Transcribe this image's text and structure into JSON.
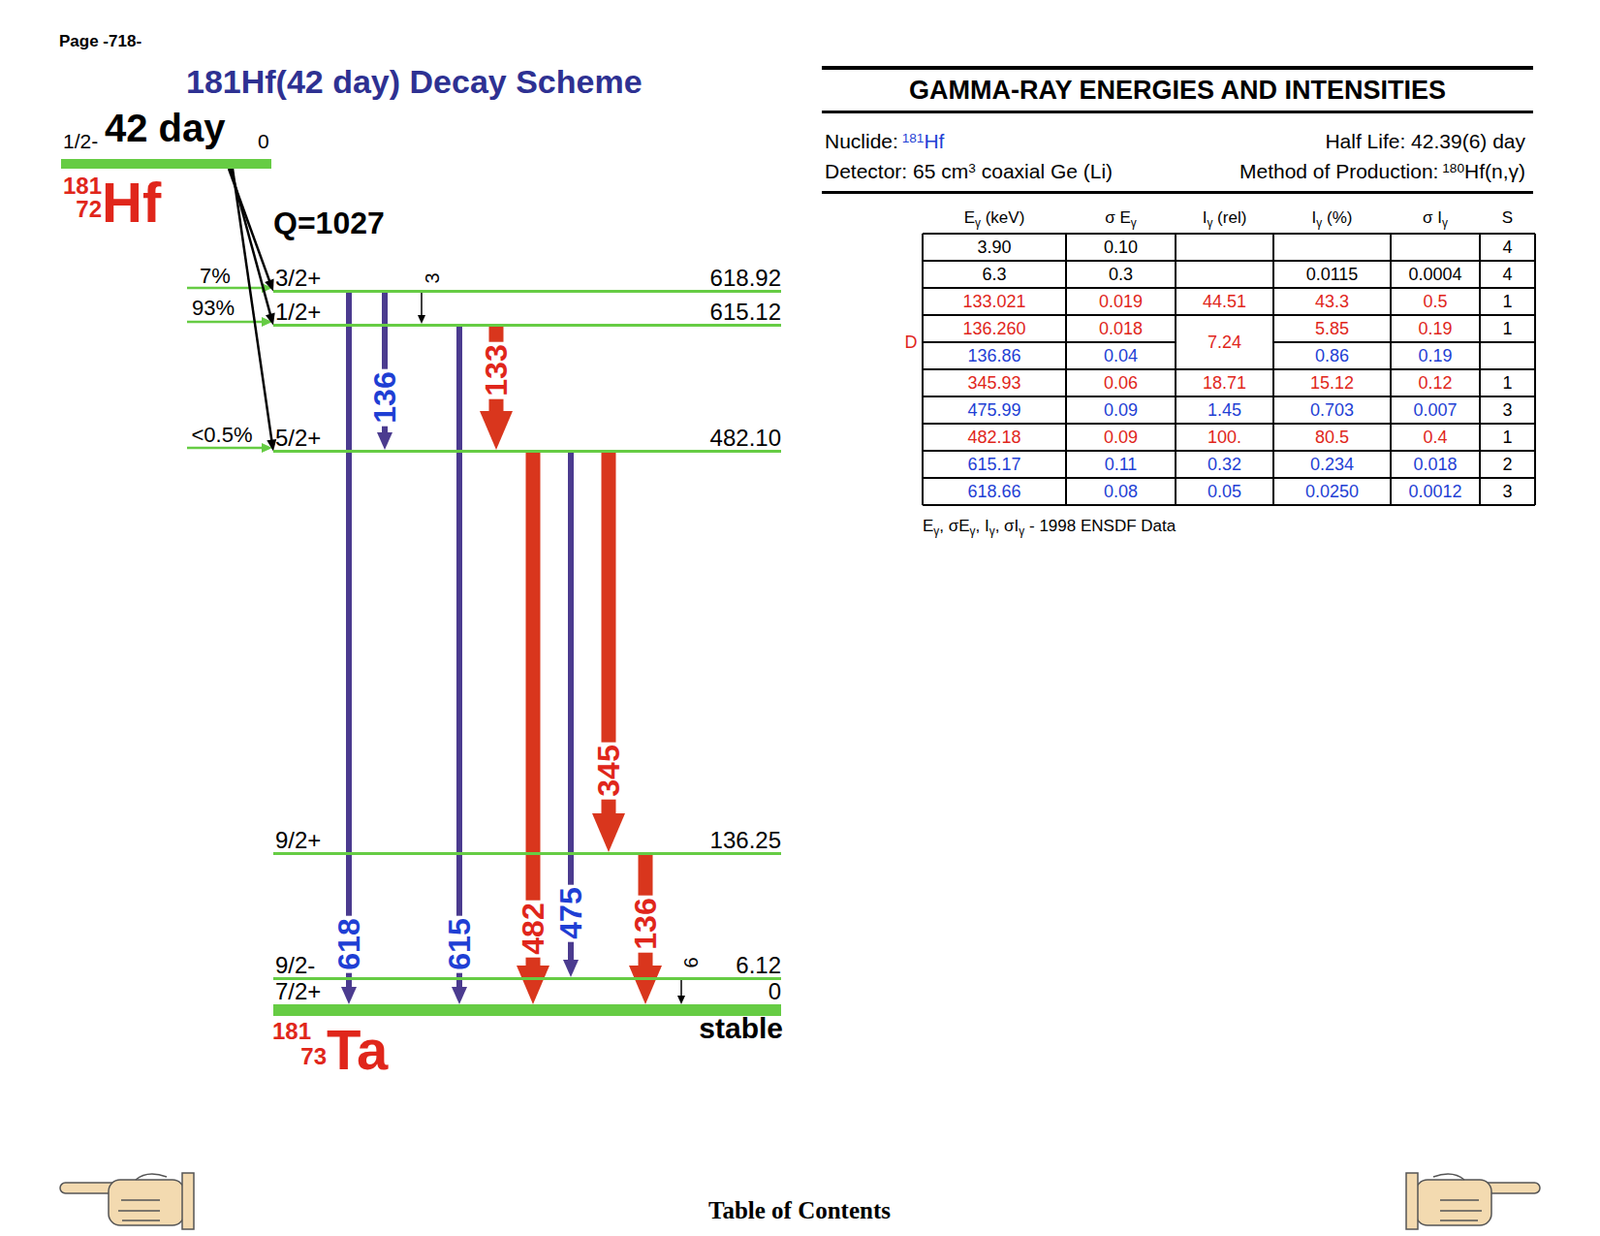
{
  "diagram": {
    "title": "181Hf(42 day) Decay Scheme",
    "nodes": [
      {
        "text": [
          "1/2-",
          "42 day",
          "0",
          "181",
          "72",
          "Hf"
        ]
      },
      {
        "text": [
          "3/2+",
          "618.92"
        ]
      },
      {
        "text": [
          "1/2+",
          "615.12"
        ]
      },
      {
        "text": [
          "5/2+",
          "482.10"
        ]
      },
      {
        "text": [
          "9/2+",
          "136.25"
        ]
      },
      {
        "text": [
          "9/2-",
          "6.12"
        ]
      },
      {
        "text": [
          "7/2+",
          "0",
          "181",
          "73",
          "Ta",
          "stable"
        ]
      }
    ],
    "edges": [
      {
        "from": 0,
        "to": 1,
        "arrow": "to"
      },
      {
        "from": 0,
        "to": 2,
        "arrow": "to"
      },
      {
        "from": 0,
        "to": 3,
        "arrow": "to"
      },
      {
        "from": 1,
        "to": 6,
        "arrow": "to",
        "label": "618"
      },
      {
        "from": 1,
        "to": 3,
        "arrow": "to",
        "label": "136"
      },
      {
        "from": 1,
        "to": 2,
        "arrow": "to",
        "label": "3"
      },
      {
        "from": 2,
        "to": 6,
        "arrow": "to",
        "label": "615"
      },
      {
        "from": 2,
        "to": 3,
        "arrow": "to",
        "label": "133"
      },
      {
        "from": 3,
        "to": 6,
        "arrow": "to",
        "label": "482"
      },
      {
        "from": 3,
        "to": 5,
        "arrow": "to",
        "label": "475"
      },
      {
        "from": 3,
        "to": 4,
        "arrow": "to",
        "label": "345"
      },
      {
        "from": 4,
        "to": 6,
        "arrow": "to",
        "label": "136"
      },
      {
        "from": 5,
        "to": 6,
        "arrow": "to",
        "label": "6"
      }
    ],
    "labels": [
      "Page -718-",
      "7%",
      "93%",
      "<0.5%",
      "Q=1027",
      "GAMMA-RAY ENERGIES AND INTENSITIES",
      "Nuclide:",
      "181",
      "Hf",
      "Half Life: 42.39(6) day",
      "Detector: 65 cm",
      "3",
      "coaxial Ge (Li)",
      "Method of Production:",
      "180",
      "Hf(n,γ)",
      "E",
      "γ",
      "(keV)",
      "σ E",
      "γ",
      "I",
      "γ",
      "(rel)",
      "I",
      "γ",
      "(%)",
      "σ I",
      "γ",
      "S",
      "3.90",
      "0.10",
      "4",
      "6.3",
      "0.3",
      "0.0115",
      "0.0004",
      "4",
      "133.021",
      "0.019",
      "44.51",
      "43.3",
      "0.5",
      "1",
      "136.260",
      "0.018",
      "7.24",
      "5.85",
      "0.19",
      "1",
      "D",
      "136.86",
      "0.04",
      "0.86",
      "0.19",
      "345.93",
      "0.06",
      "18.71",
      "15.12",
      "0.12",
      "1",
      "475.99",
      "0.09",
      "1.45",
      "0.703",
      "0.007",
      "3",
      "482.18",
      "0.09",
      "100.",
      "80.5",
      "0.4",
      "1",
      "615.17",
      "0.11",
      "0.32",
      "0.234",
      "0.018",
      "2",
      "618.66",
      "0.08",
      "0.05",
      "0.0250",
      "0.0012",
      "3",
      "E",
      "γ",
      ", σE",
      "γ",
      ", I",
      "γ",
      ", σI",
      "γ",
      "- 1998 ENSDF Data",
      "Table of Contents"
    ]
  }
}
